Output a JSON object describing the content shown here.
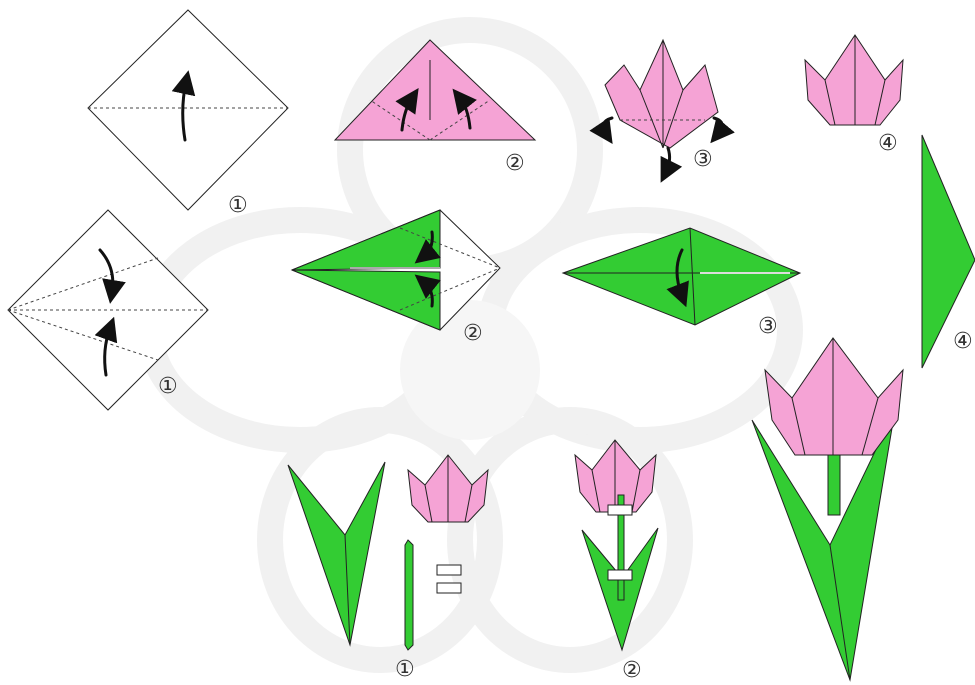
{
  "colors": {
    "petal": "#f5a3d5",
    "leaf": "#33cc33",
    "line": "#222222",
    "watermark": "#f2f2f2"
  },
  "step_labels": {
    "flower_1": "①",
    "flower_2": "②",
    "flower_3": "③",
    "flower_4": "④",
    "leaf_1": "①",
    "leaf_2": "②",
    "leaf_3": "③",
    "leaf_4": "④",
    "assembly_1": "①",
    "assembly_2": "②"
  },
  "icons": {
    "flower_watermark": "flower-watermark-icon",
    "equals_sign": "equals-icon"
  }
}
